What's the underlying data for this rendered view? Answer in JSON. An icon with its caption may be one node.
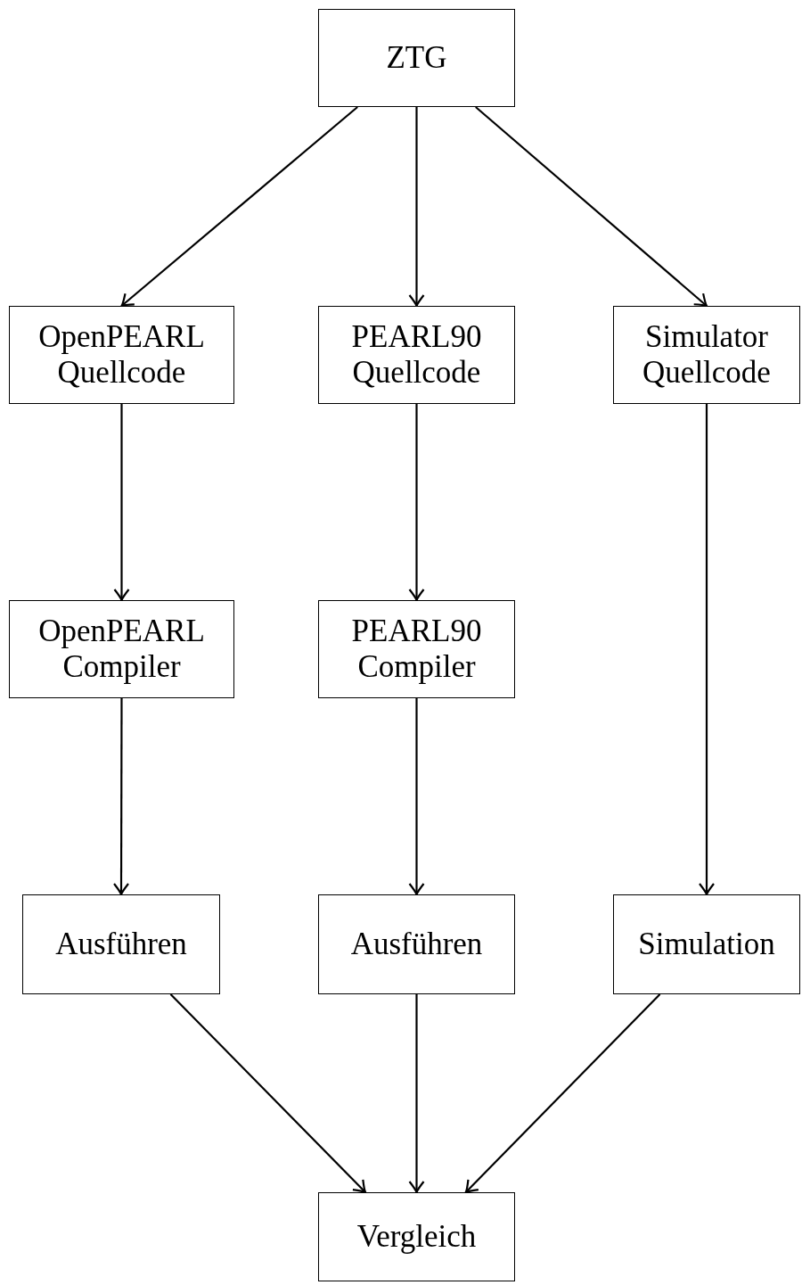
{
  "diagram": {
    "nodes": [
      {
        "text": [
          "ZTG"
        ]
      },
      {
        "text": [
          "OpenPEARL Quellcode"
        ]
      },
      {
        "text": [
          "PEARL90 Quellcode"
        ]
      },
      {
        "text": [
          "Simulator Quellcode"
        ]
      },
      {
        "text": [
          "OpenPEARL Compiler"
        ]
      },
      {
        "text": [
          "PEARL90 Compiler"
        ]
      },
      {
        "text": [
          "Ausführen"
        ]
      },
      {
        "text": [
          "Ausführen"
        ]
      },
      {
        "text": [
          "Simulation"
        ]
      },
      {
        "text": [
          "Vergleich"
        ]
      }
    ],
    "edges": [
      {
        "from": 0,
        "to": 1,
        "arrow": "to"
      },
      {
        "from": 0,
        "to": 2,
        "arrow": "to"
      },
      {
        "from": 0,
        "to": 3,
        "arrow": "to"
      },
      {
        "from": 1,
        "to": 4,
        "arrow": "to"
      },
      {
        "from": 2,
        "to": 5,
        "arrow": "to"
      },
      {
        "from": 3,
        "to": 8,
        "arrow": "to"
      },
      {
        "from": 4,
        "to": 6,
        "arrow": "to"
      },
      {
        "from": 5,
        "to": 7,
        "arrow": "to"
      },
      {
        "from": 6,
        "to": 9,
        "arrow": "to"
      },
      {
        "from": 7,
        "to": 9,
        "arrow": "to"
      },
      {
        "from": 8,
        "to": 9,
        "arrow": "to"
      }
    ]
  }
}
